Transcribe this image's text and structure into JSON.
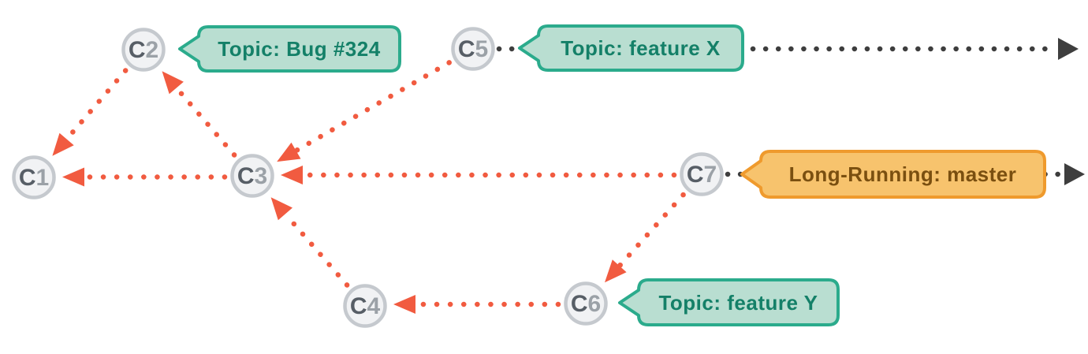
{
  "diagram": {
    "kind": "git-commit-graph",
    "nodes": [
      {
        "id": "C1",
        "prefix": "C",
        "num": "1"
      },
      {
        "id": "C2",
        "prefix": "C",
        "num": "2"
      },
      {
        "id": "C3",
        "prefix": "C",
        "num": "3"
      },
      {
        "id": "C4",
        "prefix": "C",
        "num": "4"
      },
      {
        "id": "C5",
        "prefix": "C",
        "num": "5"
      },
      {
        "id": "C6",
        "prefix": "C",
        "num": "6"
      },
      {
        "id": "C7",
        "prefix": "C",
        "num": "7"
      }
    ],
    "badges": [
      {
        "label": "Topic: Bug #324",
        "kind": "topic",
        "attached_to": "C2"
      },
      {
        "label": "Topic: feature X",
        "kind": "topic",
        "attached_to": "C5"
      },
      {
        "label": "Long-Running: master",
        "kind": "long-running",
        "attached_to": "C7"
      },
      {
        "label": "Topic: feature Y",
        "kind": "topic",
        "attached_to": "C6"
      }
    ],
    "parent_edges": [
      {
        "from": "C2",
        "to": "C1"
      },
      {
        "from": "C3",
        "to": "C1"
      },
      {
        "from": "C3",
        "to": "C2"
      },
      {
        "from": "C5",
        "to": "C3"
      },
      {
        "from": "C7",
        "to": "C3"
      },
      {
        "from": "C4",
        "to": "C3"
      },
      {
        "from": "C7",
        "to": "C6"
      },
      {
        "from": "C6",
        "to": "C4"
      }
    ],
    "timeline_edges": [
      {
        "from": "C5",
        "direction": "right"
      },
      {
        "from": "C7",
        "direction": "right"
      }
    ],
    "colors": {
      "parent_edge": "#F15B40",
      "timeline_edge": "#3E3E3E",
      "node_fill": "#F1F2F4",
      "node_border": "#C5C9CE",
      "node_letter": "#575E66",
      "node_digit": "#9BA1A7",
      "topic_fill": "#B9DED1",
      "topic_border": "#2BAB8C",
      "topic_text": "#148068",
      "long_running_fill": "#F7C36D",
      "long_running_border": "#EF9A2D",
      "long_running_text": "#7A4F10"
    }
  }
}
